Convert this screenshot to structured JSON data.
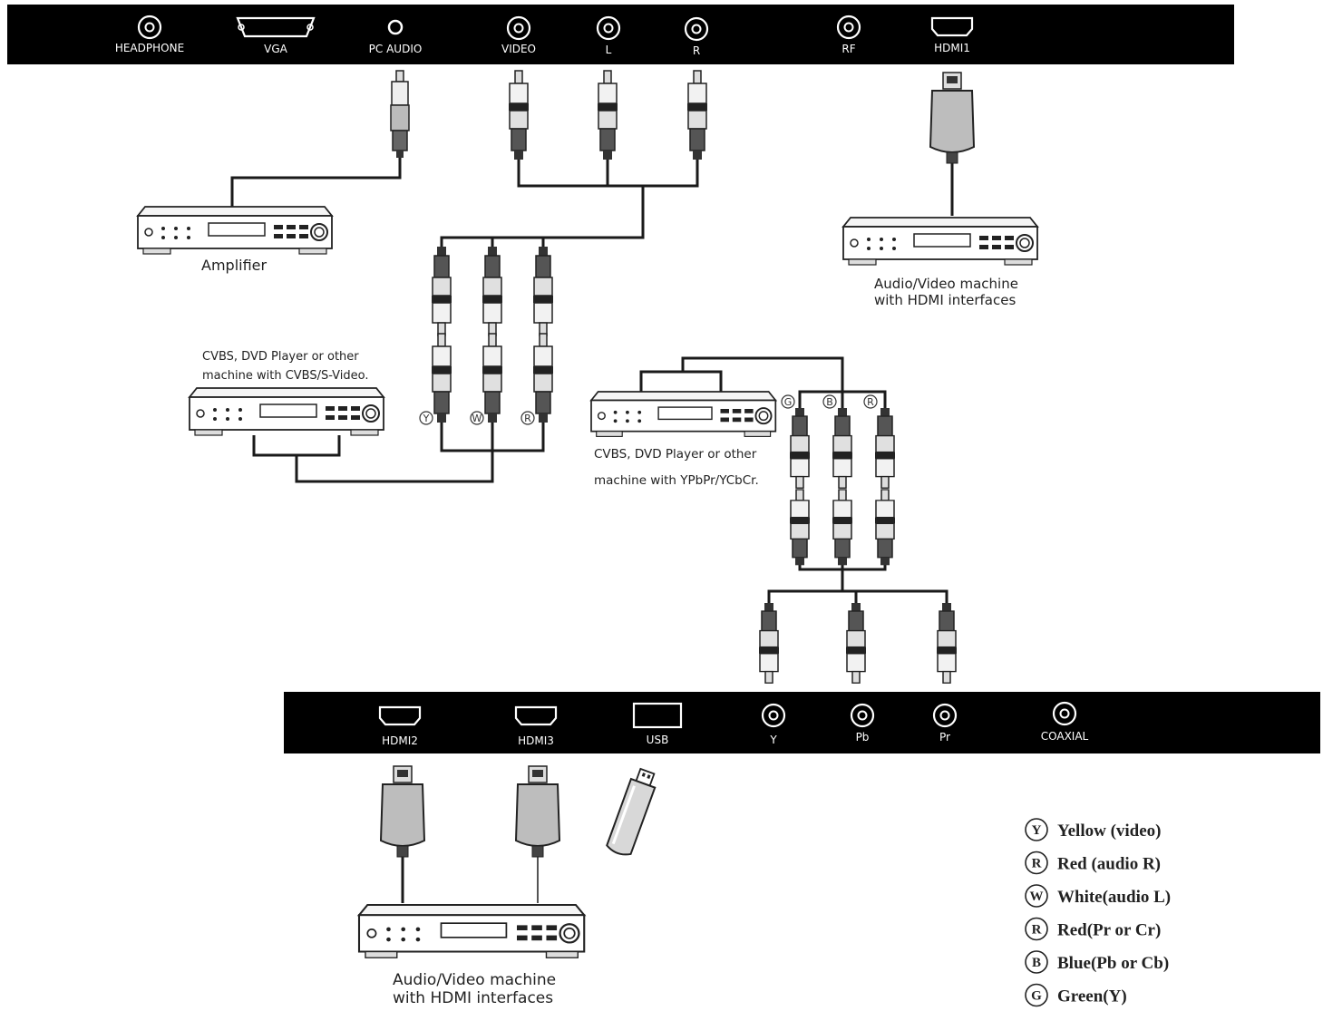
{
  "top_panel": {
    "ports": [
      {
        "id": "headphone",
        "label": "HEADPHONE",
        "icon": "circle-jack-icon"
      },
      {
        "id": "vga",
        "label": "VGA",
        "icon": "vga-port-icon"
      },
      {
        "id": "pc-audio",
        "label": "PC AUDIO",
        "icon": "small-jack-icon"
      },
      {
        "id": "video",
        "label": "VIDEO",
        "icon": "rca-jack-icon"
      },
      {
        "id": "l",
        "label": "L",
        "icon": "rca-jack-icon"
      },
      {
        "id": "r",
        "label": "R",
        "icon": "rca-jack-icon"
      },
      {
        "id": "rf",
        "label": "RF",
        "icon": "rca-jack-icon"
      },
      {
        "id": "hdmi1",
        "label": "HDMI1",
        "icon": "hdmi-port-icon"
      }
    ]
  },
  "bottom_panel": {
    "ports": [
      {
        "id": "hdmi2",
        "label": "HDMI2",
        "icon": "hdmi-port-icon"
      },
      {
        "id": "hdmi3",
        "label": "HDMI3",
        "icon": "hdmi-port-icon"
      },
      {
        "id": "usb",
        "label": "USB",
        "icon": "usb-port-icon"
      },
      {
        "id": "y",
        "label": "Y",
        "icon": "rca-jack-icon"
      },
      {
        "id": "pb",
        "label": "Pb",
        "icon": "rca-jack-icon"
      },
      {
        "id": "pr",
        "label": "Pr",
        "icon": "rca-jack-icon"
      },
      {
        "id": "coaxial",
        "label": "COAXIAL",
        "icon": "rca-jack-icon"
      }
    ]
  },
  "devices": {
    "amplifier": {
      "lines": [
        "Amplifier"
      ]
    },
    "av_hdmi_top": {
      "lines": [
        "Audio/Video machine",
        "with HDMI interfaces"
      ]
    },
    "cvbs_dvd": {
      "lines": [
        "CVBS, DVD Player or other",
        "machine with CVBS/S-Video."
      ]
    },
    "ypbpr_dvd": {
      "lines": [
        "CVBS, DVD  Player or other",
        "machine with YPbPr/YCbCr."
      ]
    },
    "av_hdmi_bottom": {
      "lines": [
        "Audio/Video machine",
        "with HDMI interfaces"
      ]
    }
  },
  "cable_marks": {
    "cvbs": [
      "Y",
      "W",
      "R"
    ],
    "component": [
      "G",
      "B",
      "R"
    ]
  },
  "legend": [
    {
      "letter": "Y",
      "text": "Yellow (video)"
    },
    {
      "letter": "R",
      "text": "Red (audio R)"
    },
    {
      "letter": "W",
      "text": "White(audio L)"
    },
    {
      "letter": "R",
      "text": "Red(Pr or Cr)"
    },
    {
      "letter": "B",
      "text": "Blue(Pb or Cb)"
    },
    {
      "letter": "G",
      "text": "Green(Y)"
    }
  ],
  "colors": {
    "panel": "#000000",
    "line": "#1a1a1a",
    "plug": "#e8e8e8",
    "background": "#ffffff"
  }
}
